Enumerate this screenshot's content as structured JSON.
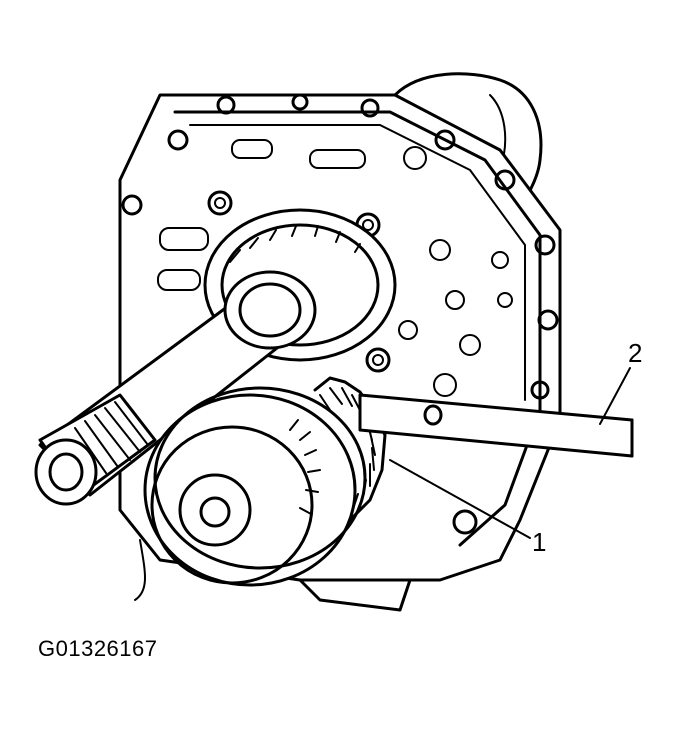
{
  "callouts": {
    "label_1": "1",
    "label_2": "2"
  },
  "figure_id": "G01326167",
  "colors": {
    "ink": "#000000",
    "paper": "#ffffff"
  }
}
